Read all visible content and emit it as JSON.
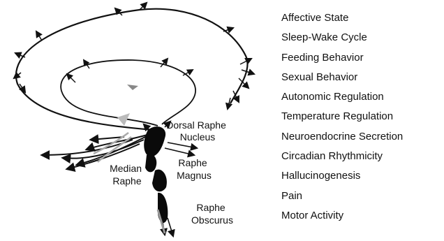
{
  "nuclei": {
    "dorsal_raphe": [
      "Dorsal Raphe",
      "Nucleus"
    ],
    "median_raphe": [
      "Median",
      "Raphe"
    ],
    "raphe_magnus": [
      "Raphe",
      "Magnus"
    ],
    "raphe_obscurus": [
      "Raphe",
      "Obscurus"
    ]
  },
  "functions": [
    "Affective State",
    "Sleep-Wake Cycle",
    "Feeding Behavior",
    "Sexual Behavior",
    "Autonomic Regulation",
    "Temperature Regulation",
    "Neuroendocrine Secretion",
    "Circadian Rhythmicity",
    "Hallucinogenesis",
    "Pain",
    "Motor Activity"
  ]
}
